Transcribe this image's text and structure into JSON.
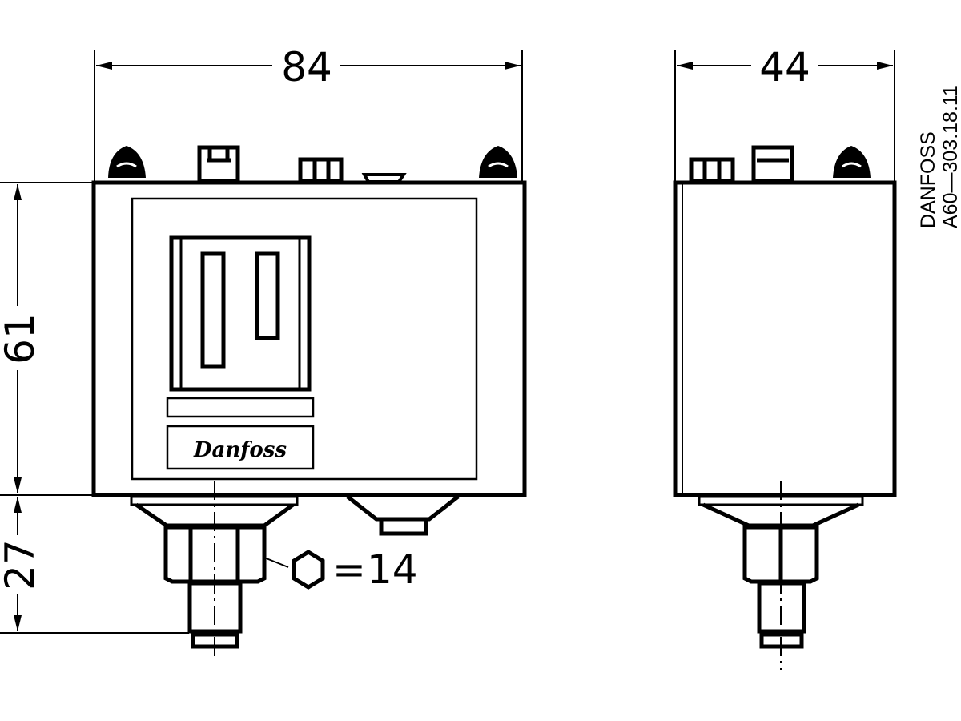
{
  "dimensions": {
    "width_front": "84",
    "width_side": "44",
    "height_body": "61",
    "height_fitting": "27",
    "hex_symbol": "⬡",
    "hex_equals": "=",
    "hex_size": "14"
  },
  "reference": {
    "maker": "DANFOSS",
    "code": "A60—303.18.11"
  },
  "logo_text": "Danfoss",
  "colors": {
    "line": "#000000",
    "background": "#ffffff"
  }
}
